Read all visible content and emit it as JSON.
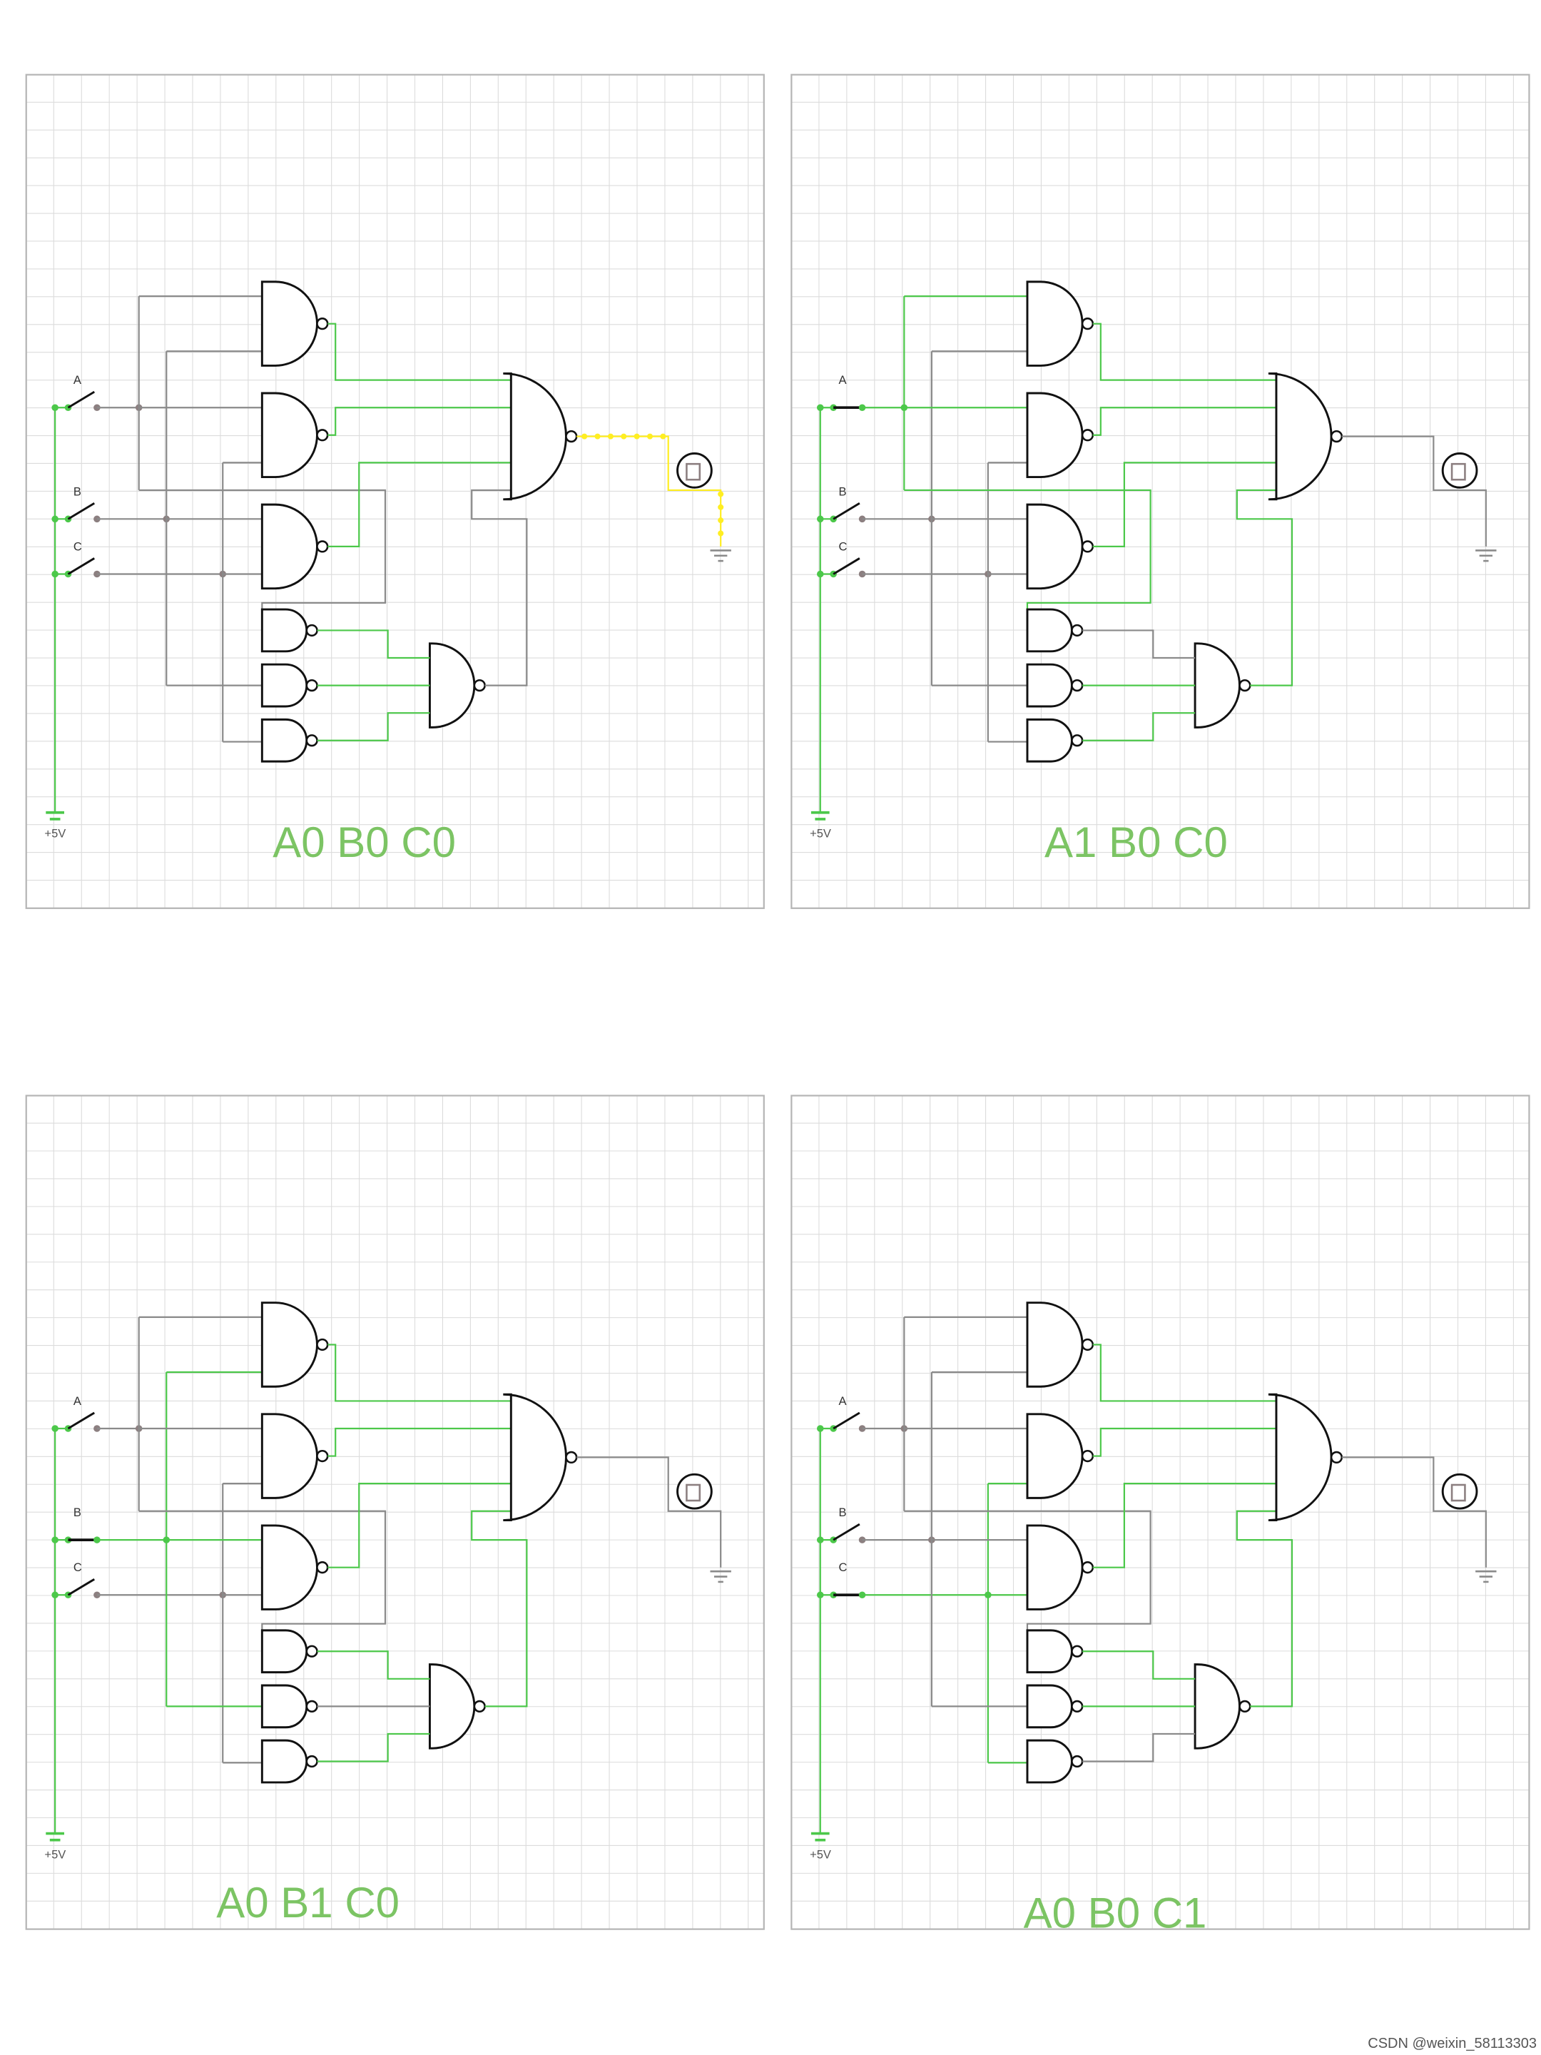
{
  "colors": {
    "grid": "#dcdcdc",
    "border": "#b5b5b5",
    "wire_active": "#4cc84a",
    "wire_idle": "#8a8a8a",
    "junction": "#8c7f80",
    "gate": "#111111",
    "label": "#7cc464",
    "glow": "#ffee22"
  },
  "power_label": "+5V",
  "panels": [
    {
      "caption": "A0 B0 C0",
      "inputs": {
        "A": 0,
        "B": 0,
        "C": 0
      },
      "output": 1
    },
    {
      "caption": "A1 B0 C0",
      "inputs": {
        "A": 1,
        "B": 0,
        "C": 0
      },
      "output": 0
    },
    {
      "caption": "A0 B1 C0",
      "inputs": {
        "A": 0,
        "B": 1,
        "C": 0
      },
      "output": 0
    },
    {
      "caption": "A0 B0 C1",
      "inputs": {
        "A": 0,
        "B": 0,
        "C": 1
      },
      "output": 0
    }
  ],
  "switch_labels": [
    "A",
    "B",
    "C"
  ],
  "watermark": "CSDN @weixin_58113303"
}
